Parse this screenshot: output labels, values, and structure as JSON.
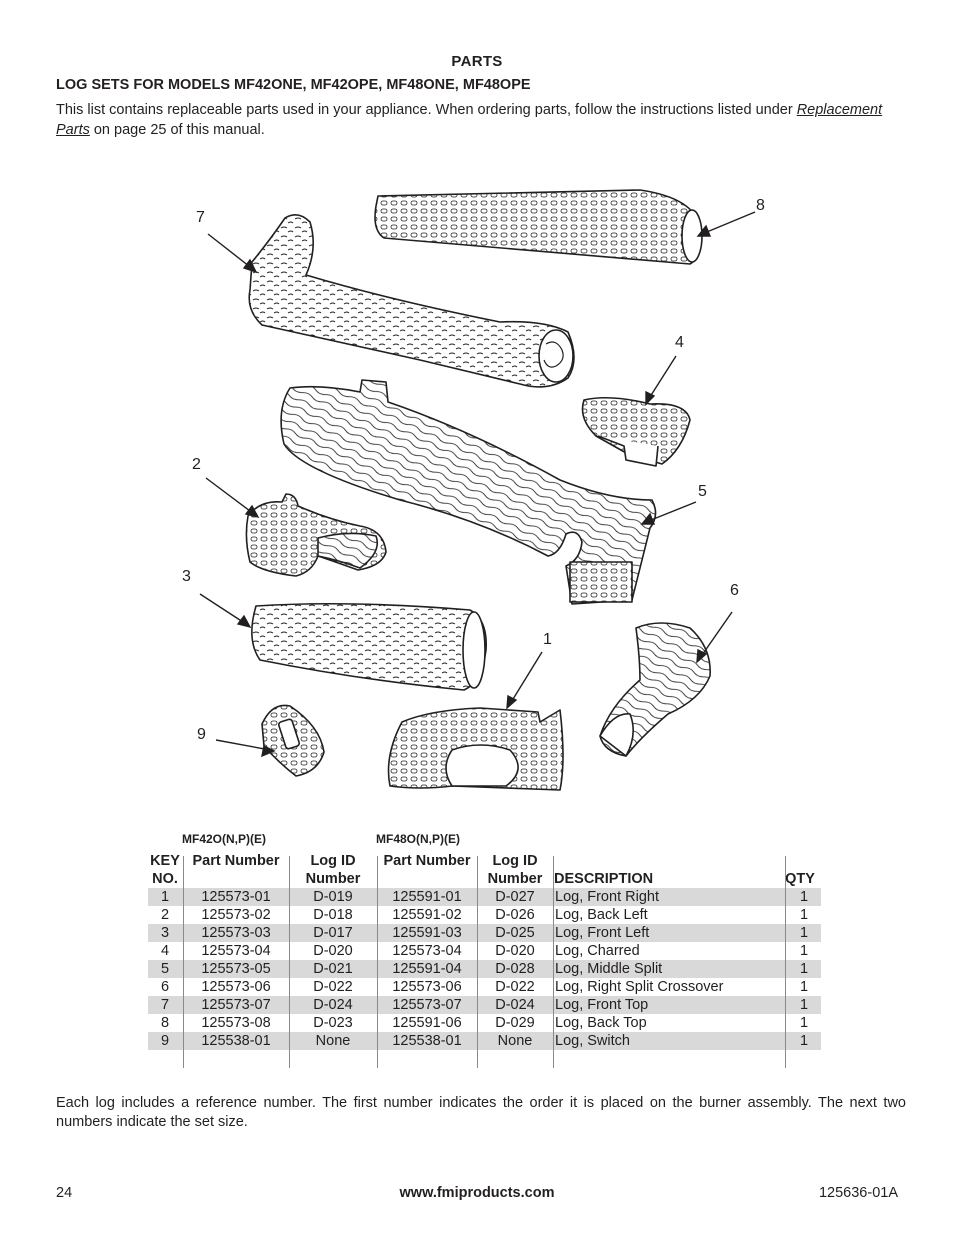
{
  "header": {
    "section_title": "PARTS",
    "subtitle": "LOG SETS FOR MODELS MF42ONE, MF42OPE, MF48ONE, MF48OPE",
    "intro_before": "This list contains replaceable parts used in your appliance. When ordering parts, follow the instructions listed under ",
    "intro_link": "Replacement Parts",
    "intro_after": " on page 25 of this manual."
  },
  "diagram": {
    "callouts": [
      "7",
      "8",
      "4",
      "2",
      "5",
      "3",
      "6",
      "1",
      "9"
    ]
  },
  "parts_table": {
    "model_a": "MF42O(N,P)(E)",
    "model_b": "MF48O(N,P)(E)",
    "headers": {
      "key": "KEY",
      "key2": "NO.",
      "part": "Part Number",
      "logid": "Log ID",
      "logid2": "Number",
      "part_b": "Part Number",
      "logid_b": "Log ID",
      "logid_b2": "Number",
      "desc": "DESCRIPTION",
      "qty": "QTY"
    },
    "rows": [
      {
        "key": "1",
        "part_a": "125573-01",
        "logid_a": "D-019",
        "part_b": "125591-01",
        "logid_b": "D-027",
        "desc": "Log, Front Right",
        "qty": "1"
      },
      {
        "key": "2",
        "part_a": "125573-02",
        "logid_a": "D-018",
        "part_b": "125591-02",
        "logid_b": "D-026",
        "desc": "Log, Back Left",
        "qty": "1"
      },
      {
        "key": "3",
        "part_a": "125573-03",
        "logid_a": "D-017",
        "part_b": "125591-03",
        "logid_b": "D-025",
        "desc": "Log, Front Left",
        "qty": "1"
      },
      {
        "key": "4",
        "part_a": "125573-04",
        "logid_a": "D-020",
        "part_b": "125573-04",
        "logid_b": "D-020",
        "desc": "Log, Charred",
        "qty": "1"
      },
      {
        "key": "5",
        "part_a": "125573-05",
        "logid_a": "D-021",
        "part_b": "125591-04",
        "logid_b": "D-028",
        "desc": "Log, Middle Split",
        "qty": "1"
      },
      {
        "key": "6",
        "part_a": "125573-06",
        "logid_a": "D-022",
        "part_b": "125573-06",
        "logid_b": "D-022",
        "desc": "Log, Right Split Crossover",
        "qty": "1"
      },
      {
        "key": "7",
        "part_a": "125573-07",
        "logid_a": "D-024",
        "part_b": "125573-07",
        "logid_b": "D-024",
        "desc": "Log, Front Top",
        "qty": "1"
      },
      {
        "key": "8",
        "part_a": "125573-08",
        "logid_a": "D-023",
        "part_b": "125591-06",
        "logid_b": "D-029",
        "desc": "Log, Back Top",
        "qty": "1"
      },
      {
        "key": "9",
        "part_a": "125538-01",
        "logid_a": "None",
        "part_b": "125538-01",
        "logid_b": "None",
        "desc": "Log, Switch",
        "qty": "1"
      }
    ]
  },
  "closing_text": "Each log includes a reference number. The first number indicates the order it is placed on the burner assembly. The next two numbers indicate the set size.",
  "footer": {
    "page_number": "24",
    "website": "www.fmiproducts.com",
    "doc_number": "125636-01A"
  },
  "colors": {
    "text": "#231f20",
    "shaded_row": "#d9d9d9"
  }
}
